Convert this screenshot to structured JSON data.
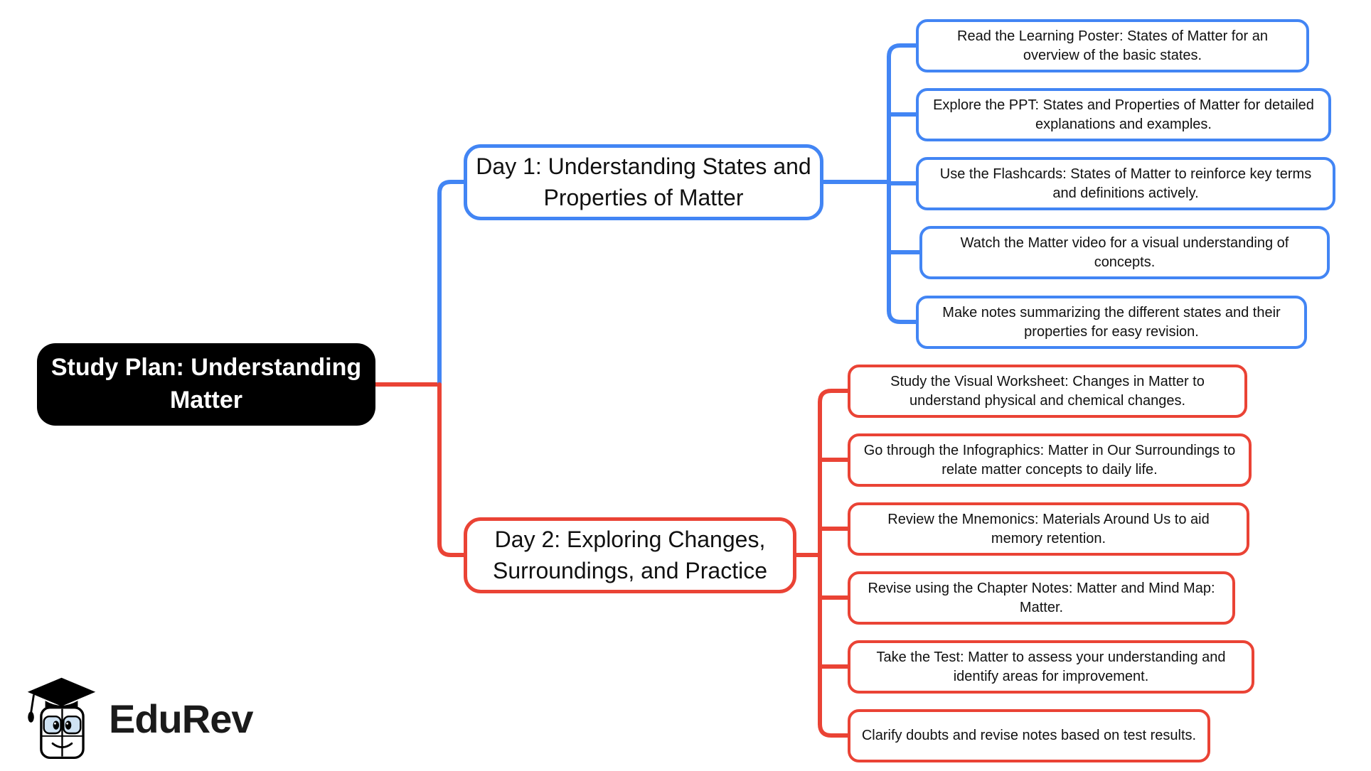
{
  "colors": {
    "day1_blue": "#4285F4",
    "day2_red": "#EA4335",
    "root_bg": "#000000",
    "root_text": "#FFFFFF",
    "node_text": "#111111"
  },
  "root": {
    "label": "Study Plan: Understanding Matter"
  },
  "branches": [
    {
      "label": "Day 1: Understanding States and Properties of Matter",
      "color": "#4285F4",
      "items": [
        {
          "text": "Read the Learning Poster: States of Matter for an overview of the basic states."
        },
        {
          "text": "Explore the PPT: States and Properties of Matter for detailed explanations and examples."
        },
        {
          "text": "Use the Flashcards: States of Matter to reinforce key terms and definitions actively."
        },
        {
          "text": "Watch the Matter video for a visual understanding of concepts."
        },
        {
          "text": "Make notes summarizing the different states and their properties for easy revision."
        }
      ]
    },
    {
      "label": "Day 2: Exploring Changes, Surroundings, and Practice",
      "color": "#EA4335",
      "items": [
        {
          "text": "Study the Visual Worksheet: Changes in Matter to understand physical and chemical changes."
        },
        {
          "text": "Go through the Infographics: Matter in Our Surroundings to relate matter concepts to daily life."
        },
        {
          "text": "Review the Mnemonics: Materials Around Us to aid memory retention."
        },
        {
          "text": "Revise using the Chapter Notes: Matter and Mind Map: Matter."
        },
        {
          "text": "Take the Test: Matter to assess your understanding and identify areas for improvement."
        },
        {
          "text": "Clarify doubts and revise notes based on test results."
        }
      ]
    }
  ],
  "logo": {
    "brand": "EduRev"
  }
}
